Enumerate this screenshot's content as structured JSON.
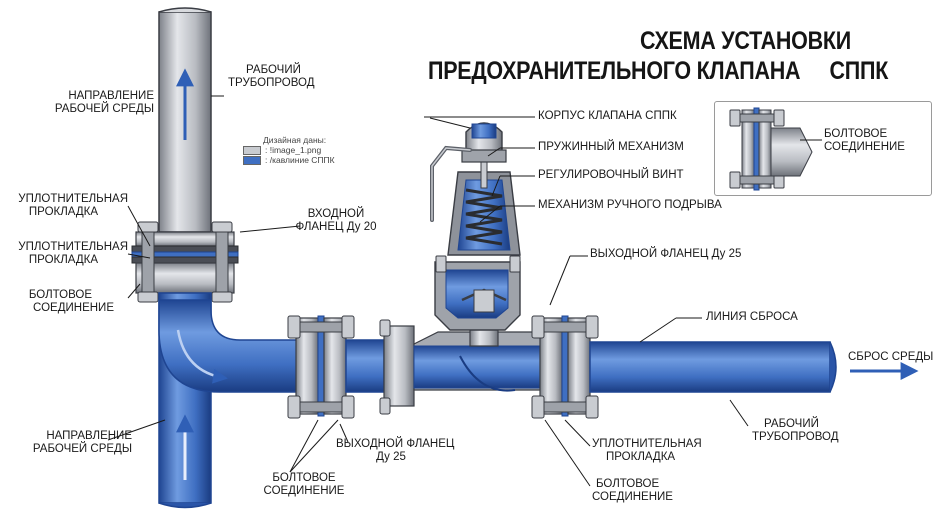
{
  "title": {
    "line1": "СХЕМА УСТАНОВКИ",
    "line2a": "ПРЕДОХРАНИТЕЛЬНОГО КЛАПАНА",
    "line2b": "СППК"
  },
  "labels": {
    "flow_dir_top": [
      "НАПРАВЛЕНИЕ",
      "РАБОЧЕЙ СРЕДЫ"
    ],
    "flow_dir_bottom": [
      "НАПРАВЛЕНИЕ",
      "РАБОЧЕЙ СРЕДЫ"
    ],
    "work_pipe_top": [
      "РАБОЧИЙ",
      "ТРУБОПРОВОД"
    ],
    "work_pipe_right": [
      "РАБОЧИЙ",
      "ТРУБОПРОВОД"
    ],
    "gasket_1": [
      "УПЛОТНИТЕЛЬНАЯ",
      "ПРОКЛАДКА"
    ],
    "gasket_2": [
      "УПЛОТНИТЕЛЬНАЯ",
      "ПРОКЛАДКА"
    ],
    "gasket_3": [
      "УПЛОТНИТЕЛЬНАЯ",
      "ПРОКЛАДКА"
    ],
    "bolt_left": [
      "БОЛТОВОЕ",
      "СОЕДИНЕНИЕ"
    ],
    "bolt_bottom_left": [
      "БОЛТОВОЕ",
      "СОЕДИНЕНИЕ"
    ],
    "bolt_bottom_right": [
      "БОЛТОВОЕ",
      "СОЕДИНЕНИЕ"
    ],
    "bolt_inset": [
      "БОЛТОВОЕ",
      "СОЕДИНЕНИЕ"
    ],
    "inlet_flange": [
      "ВХОДНОЙ",
      "ФЛАНЕЦ Ду 20"
    ],
    "outlet_flange_bottom": [
      "ВЫХОДНОЙ ФЛАНЕЦ",
      "Ду 25"
    ],
    "outlet_flange_top": "ВЫХОДНОЙ ФЛАНЕЦ Ду 25",
    "valve_body": "КОРПУС КЛАПАНА СППК",
    "spring": "ПРУЖИННЫЙ МЕХАНИЗМ",
    "adjust_screw": "РЕГУЛИРОВОЧНЫЙ ВИНТ",
    "manual_lift": "МЕХАНИЗМ РУЧНОГО ПОДРЫВА",
    "discharge_line": "ЛИНИЯ СБРОСА",
    "discharge": "СБРОС СРЕДЫ"
  },
  "legend": {
    "title": "Дизайная даны:",
    "items": [
      {
        "label": ": !image_1.png",
        "color": "#c8cbd0"
      },
      {
        "label": ": /кавлиние СППК",
        "color": "#3f6fc2"
      }
    ]
  },
  "colors": {
    "steel": "#b9bcc2",
    "steel_dark": "#7d8189",
    "blue": "#3f6fc2",
    "blue_dark": "#1f4592",
    "outline": "#3a3d44",
    "flow_arrow": "#2f5fb6"
  }
}
